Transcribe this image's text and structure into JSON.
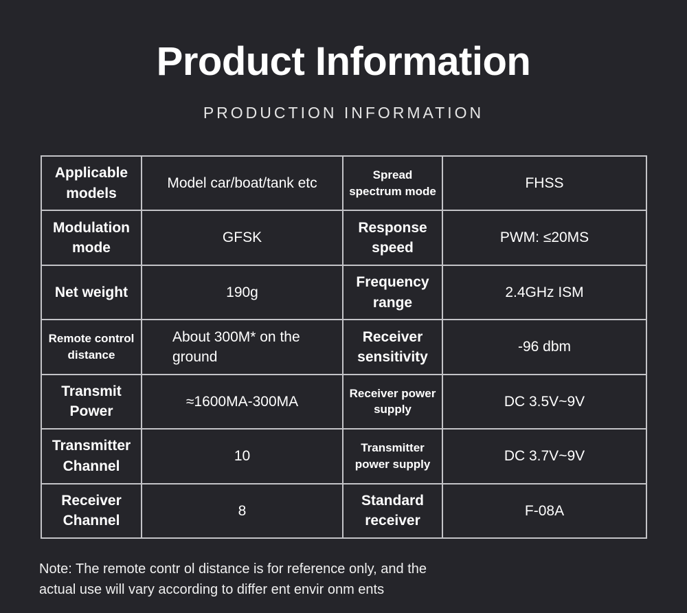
{
  "header": {
    "title": "Product Information",
    "subtitle": "PRODUCTION INFORMATION"
  },
  "specs": {
    "rows": [
      [
        {
          "label": "Applicable models",
          "value": "Model car/boat/tank etc"
        },
        {
          "label": "Spread spectrum mode",
          "value": "FHSS"
        }
      ],
      [
        {
          "label": "Modulation mode",
          "value": "GFSK"
        },
        {
          "label": "Response speed",
          "value": "PWM: ≤20MS"
        }
      ],
      [
        {
          "label": "Net weight",
          "value": "190g"
        },
        {
          "label": "Frequency range",
          "value": "2.4GHz ISM"
        }
      ],
      [
        {
          "label": "Remote control distance",
          "value": "About 300M* on the ground"
        },
        {
          "label": "Receiver sensitivity",
          "value": "-96 dbm"
        }
      ],
      [
        {
          "label": "Transmit Power",
          "value": "≈1600MA-300MA"
        },
        {
          "label": "Receiver power supply",
          "value": "DC 3.5V~9V"
        }
      ],
      [
        {
          "label": "Transmitter Channel",
          "value": "10"
        },
        {
          "label": "Transmitter power supply",
          "value": "DC 3.7V~9V"
        }
      ],
      [
        {
          "label": "Receiver Channel",
          "value": "8"
        },
        {
          "label": "Standard receiver",
          "value": "F-08A"
        }
      ]
    ]
  },
  "footer": {
    "note_line1": "Note: The remote contr ol distance is for reference only, and the",
    "note_line2": "actual use will vary according to differ ent envir onm ents"
  }
}
